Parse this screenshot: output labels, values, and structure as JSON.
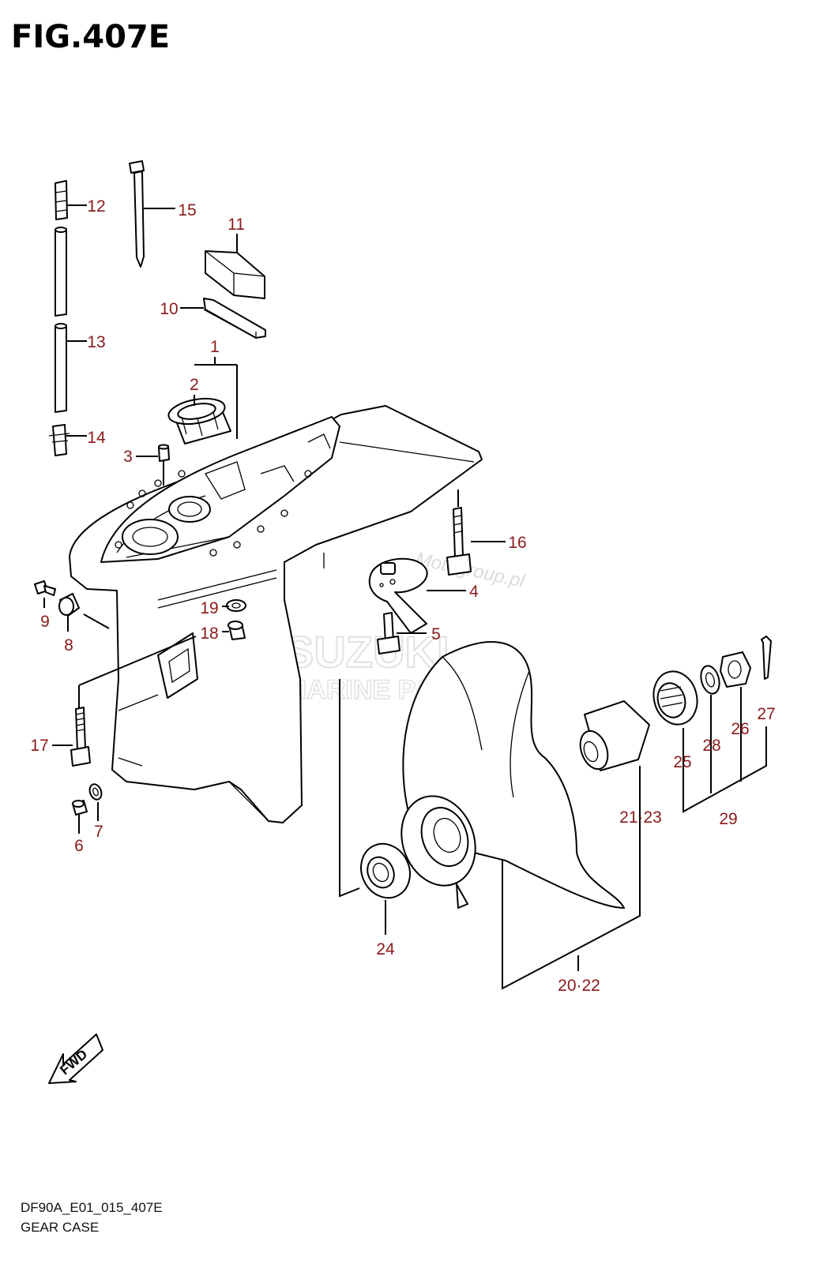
{
  "figure": {
    "title": "FIG.407E",
    "code": "DF90A_E01_015_407E",
    "caption": "GEAR CASE"
  },
  "watermarks": [
    "Motogroup.pl",
    "SUZUKI",
    "MARINE PARTS"
  ],
  "fwd_label": "FWD",
  "callouts": [
    "1",
    "2",
    "3",
    "4",
    "5",
    "6",
    "7",
    "8",
    "9",
    "10",
    "11",
    "12",
    "13",
    "14",
    "15",
    "16",
    "17",
    "18",
    "19",
    "20·22",
    "21·23",
    "24",
    "25",
    "26",
    "27",
    "28",
    "29"
  ]
}
